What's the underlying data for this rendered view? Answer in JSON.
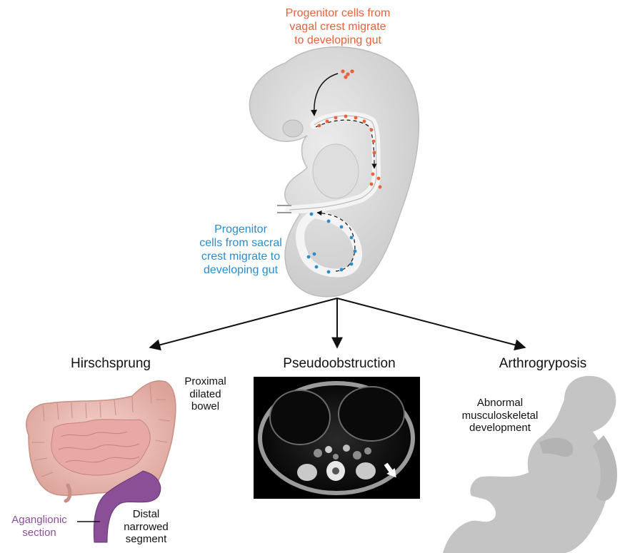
{
  "embryo": {
    "vagal_label": "Progenitor cells from\nvagal crest migrate\nto developing gut",
    "sacral_label": "Progenitor\ncells from sacral\ncrest migrate to\ndeveloping gut"
  },
  "branches": [
    {
      "heading": "Hirschsprung",
      "labels": {
        "proximal": "Proximal\ndilated\nbowel",
        "distal": "Distal\nnarrowed\nsegment",
        "aganglionic": "Aganglionic\nsection"
      }
    },
    {
      "heading": "Pseudoobstruction"
    },
    {
      "heading": "Arthrogryposis",
      "labels": {
        "abnormal": "Abnormal\nmusculoskeletal\ndevelopment"
      }
    }
  ],
  "colors": {
    "vagal": "#e8613a",
    "sacral": "#2a8ccc",
    "aganglionic": "#8a4f97",
    "embryo": "#d9d9d9",
    "infant": "#c4c4c4"
  }
}
